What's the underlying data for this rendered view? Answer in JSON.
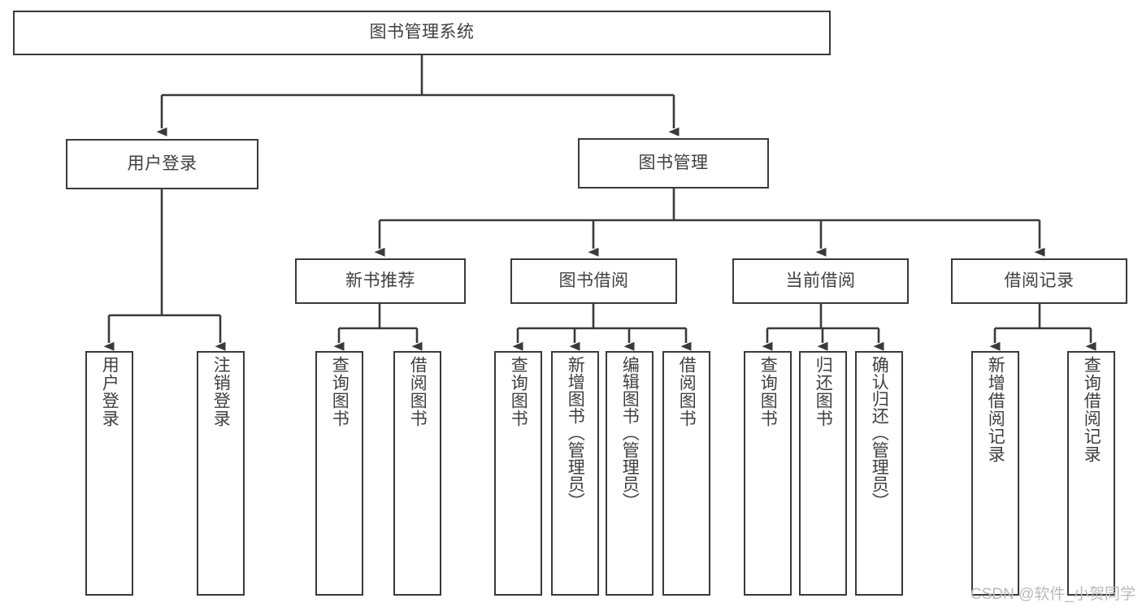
{
  "diagram": {
    "type": "tree",
    "title": "图书管理系统",
    "watermark": "CSDN @软件_小贺同学",
    "root": {
      "label": "图书管理系统"
    },
    "level1": [
      {
        "label": "用户登录"
      },
      {
        "label": "图书管理"
      }
    ],
    "level2": [
      {
        "label": "新书推荐"
      },
      {
        "label": "图书借阅"
      },
      {
        "label": "当前借阅"
      },
      {
        "label": "借阅记录"
      }
    ],
    "leaves": {
      "user_login": [
        {
          "label": "用户登录"
        },
        {
          "label": "注销登录"
        }
      ],
      "new_book_recommend": [
        {
          "label": "查询图书"
        },
        {
          "label": "借阅图书"
        }
      ],
      "book_borrow": [
        {
          "label": "查询图书"
        },
        {
          "label": "新增图书（管理员）"
        },
        {
          "label": "编辑图书（管理员）"
        },
        {
          "label": "借阅图书"
        }
      ],
      "current_borrow": [
        {
          "label": "查询图书"
        },
        {
          "label": "归还图书"
        },
        {
          "label": "确认归还（管理员）"
        }
      ],
      "borrow_record": [
        {
          "label": "新增借阅记录"
        },
        {
          "label": "查询借阅记录"
        }
      ]
    },
    "colors": {
      "stroke": "#3a3a3a",
      "text": "#3f3f3f",
      "background": "#ffffff",
      "watermark": "#b9b9b9"
    }
  }
}
